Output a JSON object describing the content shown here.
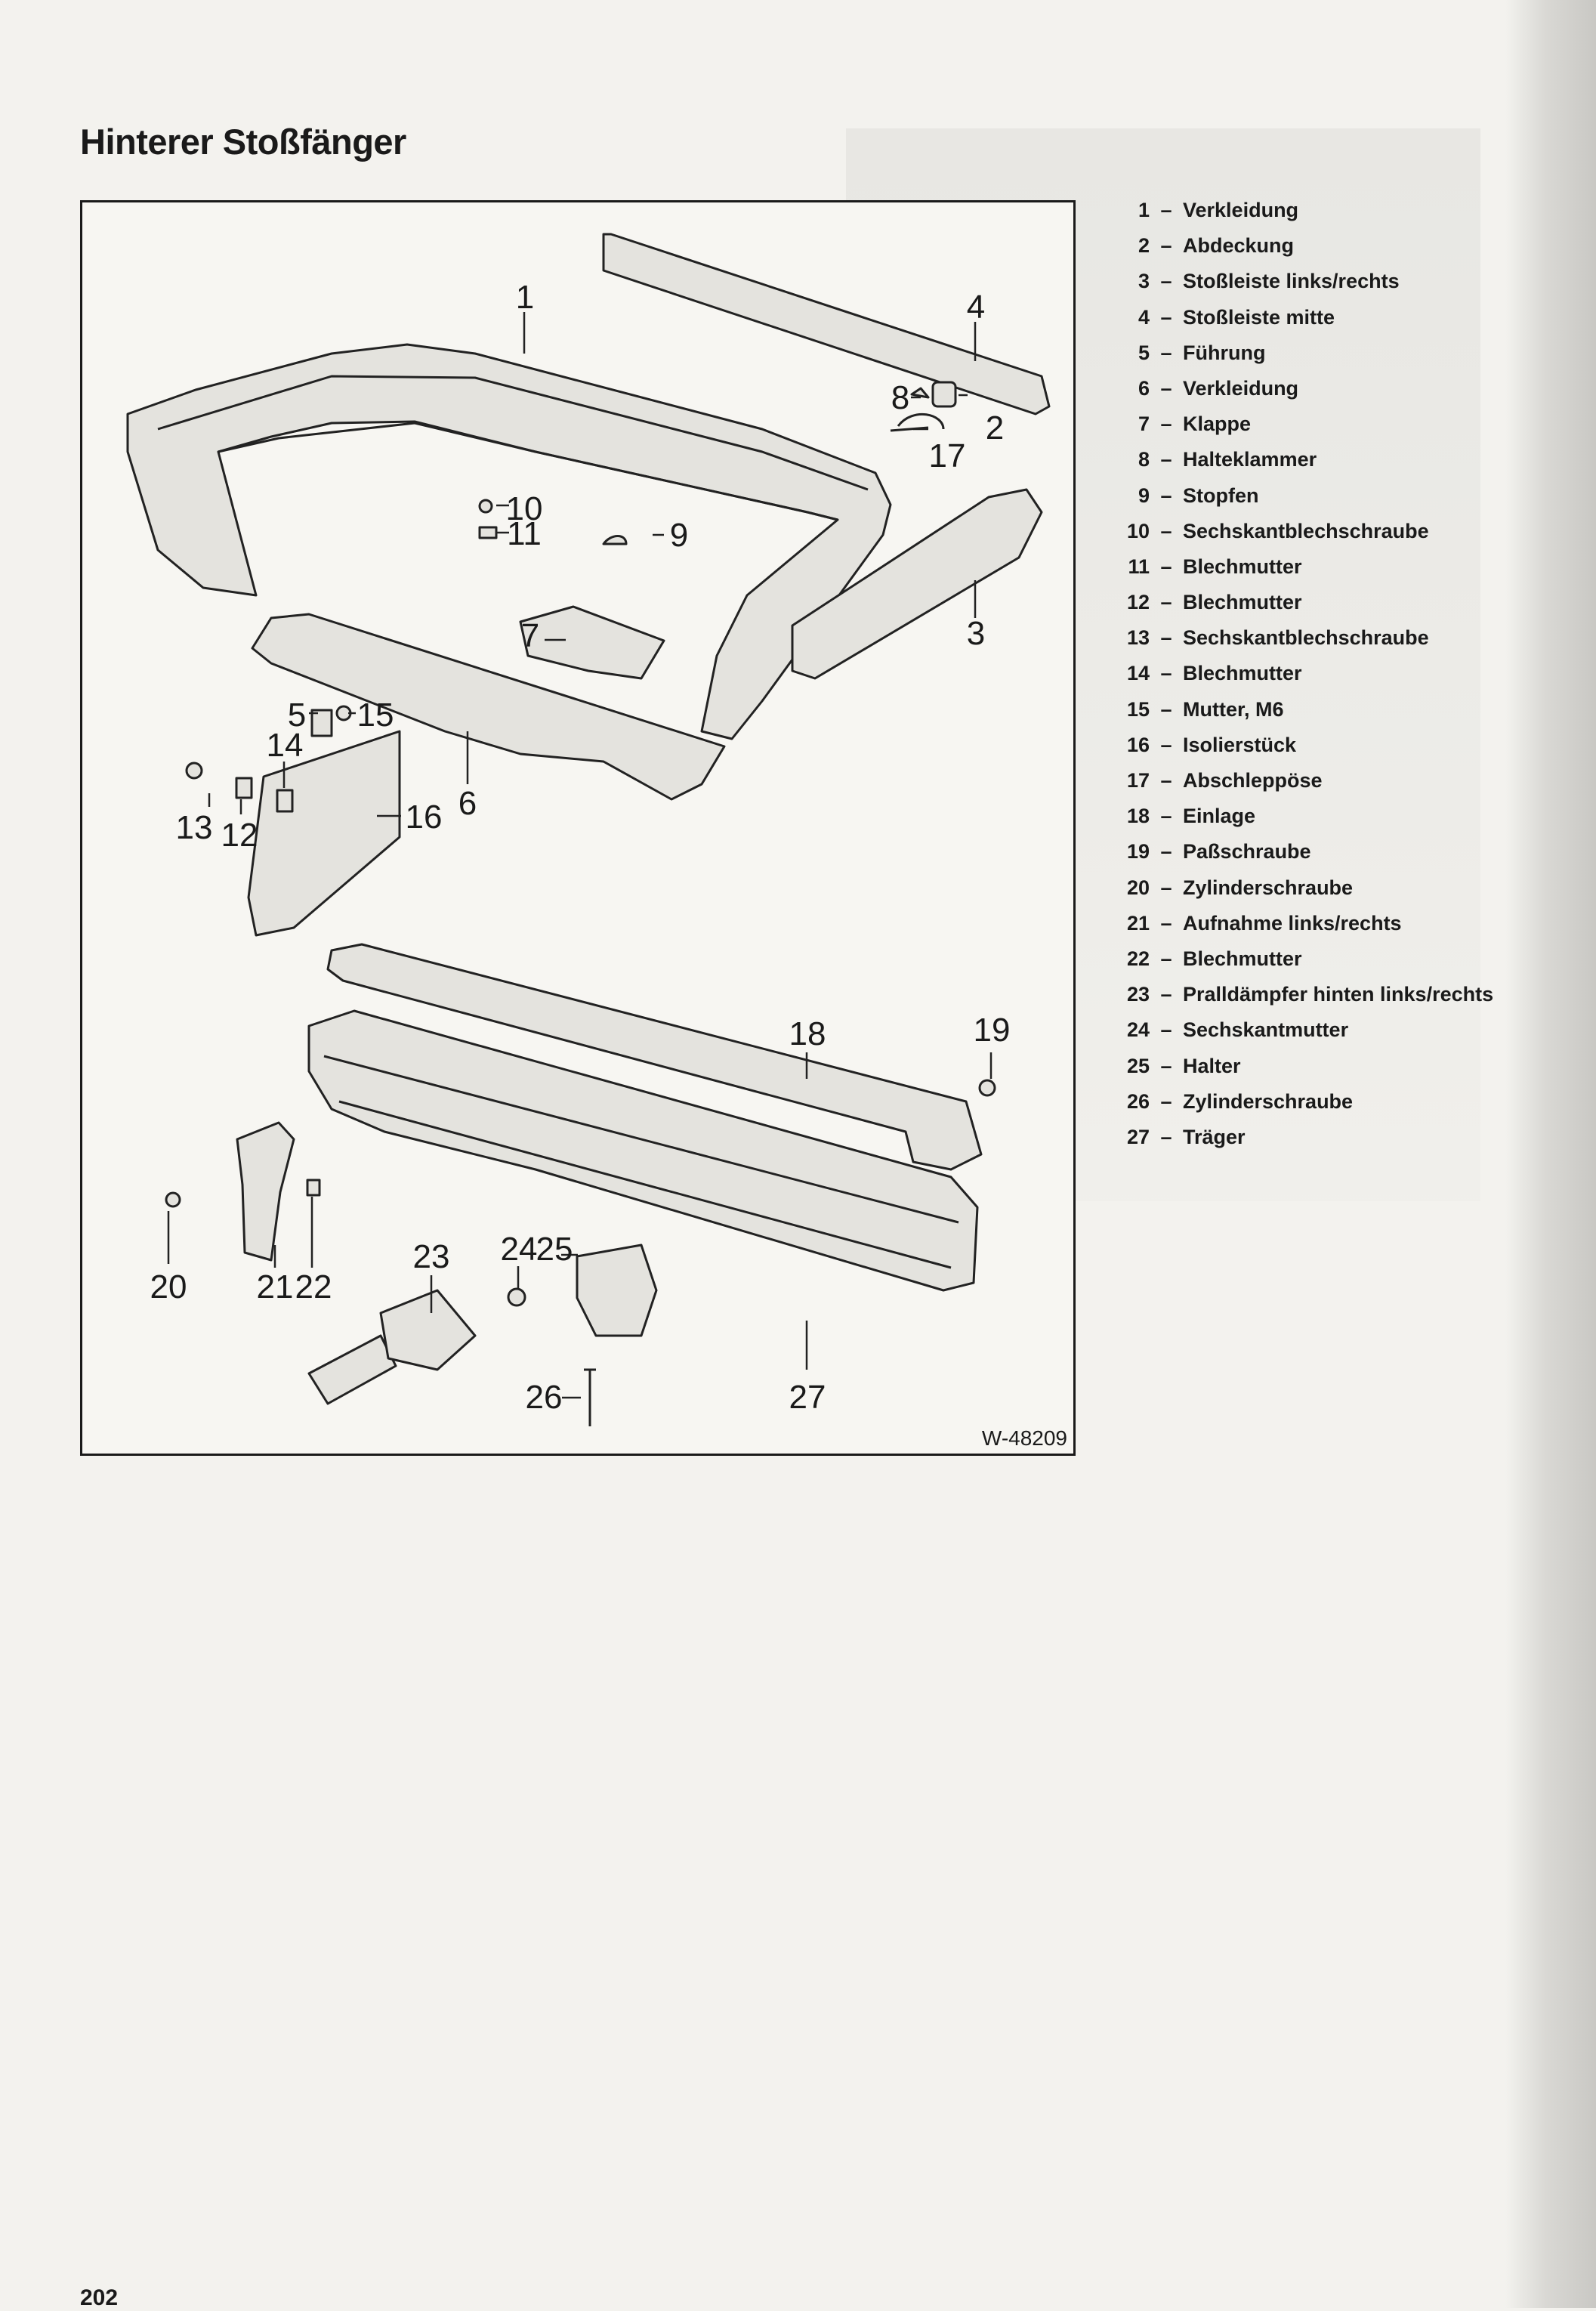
{
  "page": {
    "title": "Hinterer Stoßfänger",
    "number": "202"
  },
  "figure": {
    "code": "W-48209",
    "callouts": [
      "1",
      "2",
      "3",
      "4",
      "5",
      "6",
      "7",
      "8",
      "9",
      "10",
      "11",
      "12",
      "13",
      "14",
      "15",
      "16",
      "17",
      "18",
      "19",
      "20",
      "21",
      "22",
      "23",
      "24",
      "25",
      "26",
      "27"
    ]
  },
  "legend": {
    "dash": "–",
    "items": [
      {
        "num": "1",
        "label": "Verkleidung"
      },
      {
        "num": "2",
        "label": "Abdeckung"
      },
      {
        "num": "3",
        "label": "Stoßleiste links/rechts"
      },
      {
        "num": "4",
        "label": "Stoßleiste mitte"
      },
      {
        "num": "5",
        "label": "Führung"
      },
      {
        "num": "6",
        "label": "Verkleidung"
      },
      {
        "num": "7",
        "label": "Klappe"
      },
      {
        "num": "8",
        "label": "Halteklammer"
      },
      {
        "num": "9",
        "label": "Stopfen"
      },
      {
        "num": "10",
        "label": "Sechskantblechschraube"
      },
      {
        "num": "11",
        "label": "Blechmutter"
      },
      {
        "num": "12",
        "label": "Blechmutter"
      },
      {
        "num": "13",
        "label": "Sechskantblechschraube"
      },
      {
        "num": "14",
        "label": "Blechmutter"
      },
      {
        "num": "15",
        "label": "Mutter, M6"
      },
      {
        "num": "16",
        "label": "Isolierstück"
      },
      {
        "num": "17",
        "label": "Abschleppöse"
      },
      {
        "num": "18",
        "label": "Einlage"
      },
      {
        "num": "19",
        "label": "Paßschraube"
      },
      {
        "num": "20",
        "label": "Zylinderschraube"
      },
      {
        "num": "21",
        "label": "Aufnahme links/rechts"
      },
      {
        "num": "22",
        "label": "Blechmutter"
      },
      {
        "num": "23",
        "label": "Pralldämpfer hinten links/rechts"
      },
      {
        "num": "24",
        "label": "Sechskantmutter"
      },
      {
        "num": "25",
        "label": "Halter"
      },
      {
        "num": "26",
        "label": "Zylinderschraube"
      },
      {
        "num": "27",
        "label": "Träger"
      }
    ]
  }
}
